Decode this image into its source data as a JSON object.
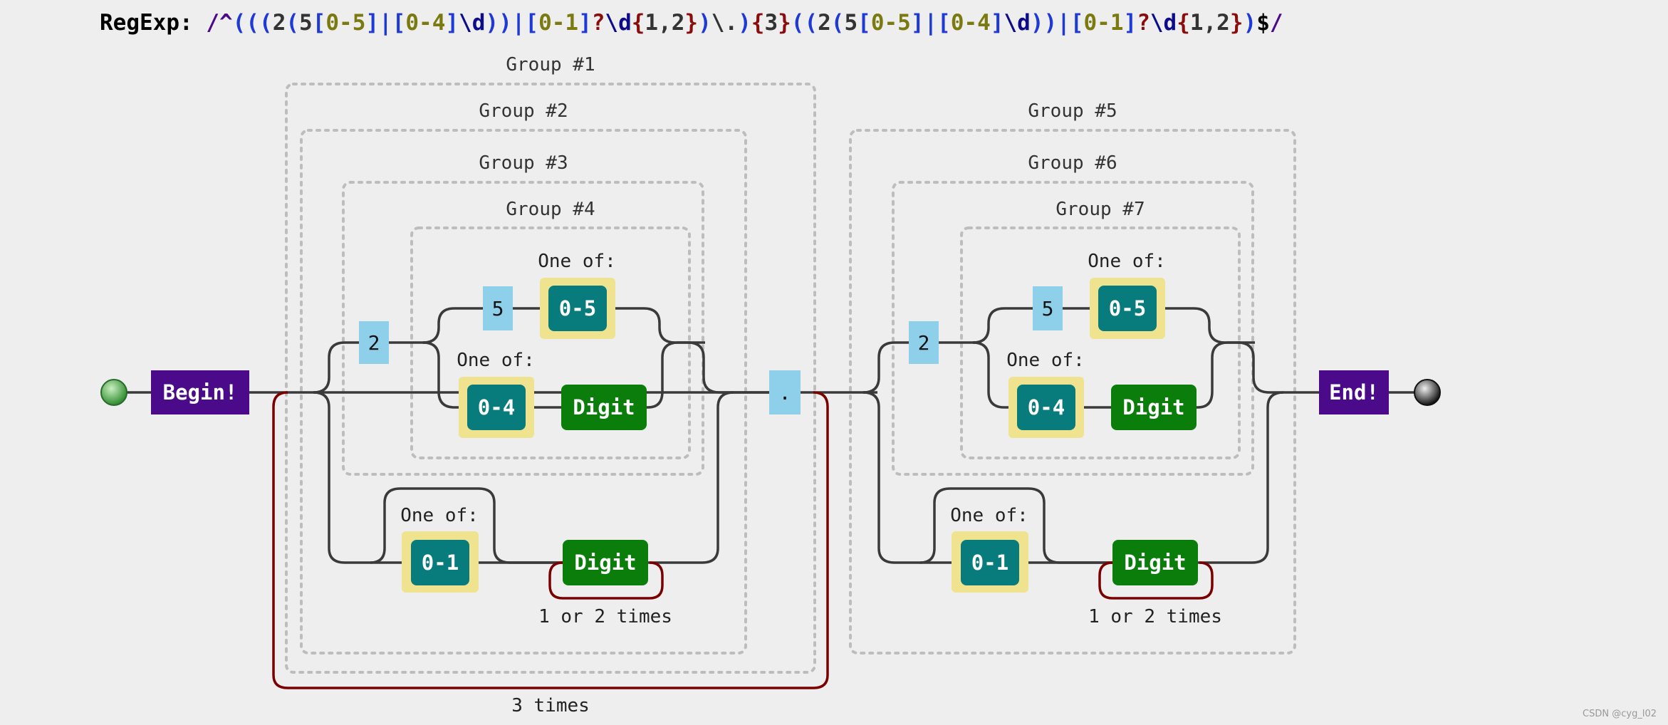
{
  "regex": {
    "label": "RegExp:",
    "tokens": [
      {
        "t": "/",
        "c": "#4b0a8a"
      },
      {
        "t": "^",
        "c": "#4b0a8a"
      },
      {
        "t": "(",
        "c": "#1d39d6"
      },
      {
        "t": "(",
        "c": "#1d39d6"
      },
      {
        "t": "(",
        "c": "#1d39d6"
      },
      {
        "t": "2",
        "c": "#333333"
      },
      {
        "t": "(",
        "c": "#1d39d6"
      },
      {
        "t": "5",
        "c": "#333333"
      },
      {
        "t": "[",
        "c": "#1d39d6"
      },
      {
        "t": "0-5",
        "c": "#7a7a10"
      },
      {
        "t": "]",
        "c": "#1d39d6"
      },
      {
        "t": "|",
        "c": "#1d39d6"
      },
      {
        "t": "[",
        "c": "#1d39d6"
      },
      {
        "t": "0-4",
        "c": "#7a7a10"
      },
      {
        "t": "]",
        "c": "#1d39d6"
      },
      {
        "t": "\\d",
        "c": "#0d0d8a"
      },
      {
        "t": ")",
        "c": "#1d39d6"
      },
      {
        "t": ")",
        "c": "#1d39d6"
      },
      {
        "t": "|",
        "c": "#1d39d6"
      },
      {
        "t": "[",
        "c": "#1d39d6"
      },
      {
        "t": "0-1",
        "c": "#7a7a10"
      },
      {
        "t": "]",
        "c": "#1d39d6"
      },
      {
        "t": "?",
        "c": "#8a0d0d"
      },
      {
        "t": "\\d",
        "c": "#0d0d8a"
      },
      {
        "t": "{",
        "c": "#8a0d0d"
      },
      {
        "t": "1,2",
        "c": "#333333"
      },
      {
        "t": "}",
        "c": "#8a0d0d"
      },
      {
        "t": ")",
        "c": "#1d39d6"
      },
      {
        "t": "\\.",
        "c": "#333333"
      },
      {
        "t": ")",
        "c": "#1d39d6"
      },
      {
        "t": "{",
        "c": "#8a0d0d"
      },
      {
        "t": "3",
        "c": "#333333"
      },
      {
        "t": "}",
        "c": "#8a0d0d"
      },
      {
        "t": "(",
        "c": "#1d39d6"
      },
      {
        "t": "(",
        "c": "#1d39d6"
      },
      {
        "t": "2",
        "c": "#333333"
      },
      {
        "t": "(",
        "c": "#1d39d6"
      },
      {
        "t": "5",
        "c": "#333333"
      },
      {
        "t": "[",
        "c": "#1d39d6"
      },
      {
        "t": "0-5",
        "c": "#7a7a10"
      },
      {
        "t": "]",
        "c": "#1d39d6"
      },
      {
        "t": "|",
        "c": "#1d39d6"
      },
      {
        "t": "[",
        "c": "#1d39d6"
      },
      {
        "t": "0-4",
        "c": "#7a7a10"
      },
      {
        "t": "]",
        "c": "#1d39d6"
      },
      {
        "t": "\\d",
        "c": "#0d0d8a"
      },
      {
        "t": ")",
        "c": "#1d39d6"
      },
      {
        "t": ")",
        "c": "#1d39d6"
      },
      {
        "t": "|",
        "c": "#1d39d6"
      },
      {
        "t": "[",
        "c": "#1d39d6"
      },
      {
        "t": "0-1",
        "c": "#7a7a10"
      },
      {
        "t": "]",
        "c": "#1d39d6"
      },
      {
        "t": "?",
        "c": "#8a0d0d"
      },
      {
        "t": "\\d",
        "c": "#0d0d8a"
      },
      {
        "t": "{",
        "c": "#8a0d0d"
      },
      {
        "t": "1,2",
        "c": "#333333"
      },
      {
        "t": "}",
        "c": "#8a0d0d"
      },
      {
        "t": ")",
        "c": "#1d39d6"
      },
      {
        "t": "$",
        "c": "#000000"
      },
      {
        "t": "/",
        "c": "#4b0a8a"
      }
    ]
  },
  "diagram": {
    "begin_label": "Begin!",
    "end_label": "End!",
    "groups": {
      "g1": "Group #1",
      "g2": "Group #2",
      "g3": "Group #3",
      "g4": "Group #4",
      "g5": "Group #5",
      "g6": "Group #6",
      "g7": "Group #7"
    },
    "one_of_label": "One of:",
    "literal_2": "2",
    "literal_5": "5",
    "literal_dot": ".",
    "range_0_5": "0-5",
    "range_0_4": "0-4",
    "range_0_1": "0-1",
    "digit_label": "Digit",
    "repeat_1_2": "1 or 2 times",
    "repeat_3": "3 times"
  },
  "colors": {
    "begin_end_fill": "#4a0a8a",
    "literal_fill": "#8ecfea",
    "charset_outer": "#efe38f",
    "charset_inner": "#087c7c",
    "digit_fill": "#0b7d0b",
    "start_dot": "#3aa03a",
    "end_dot": "#222222"
  },
  "watermark": "CSDN @cyg_l02"
}
